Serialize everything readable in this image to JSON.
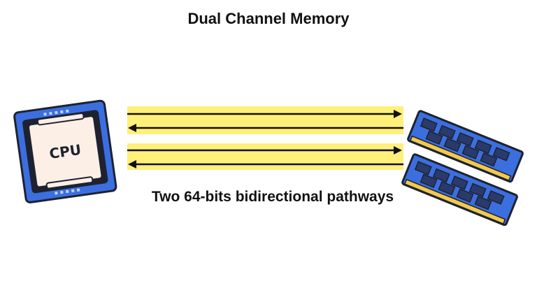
{
  "title": "Dual Channel Memory",
  "cpu_label": "CPU",
  "caption": "Two 64-bits bidirectional pathways",
  "icons": {
    "cpu": "cpu-chip-icon",
    "memory": "ram-module-icon"
  },
  "colors": {
    "pathway_band": "#FFF07A",
    "arrow": "#111111",
    "board_blue": "#3B6FE0",
    "chip_body": "#2A3A6B",
    "chip_light": "#FCEFE6",
    "gold_contacts": "#F2C94C",
    "outline": "#1E2230"
  }
}
